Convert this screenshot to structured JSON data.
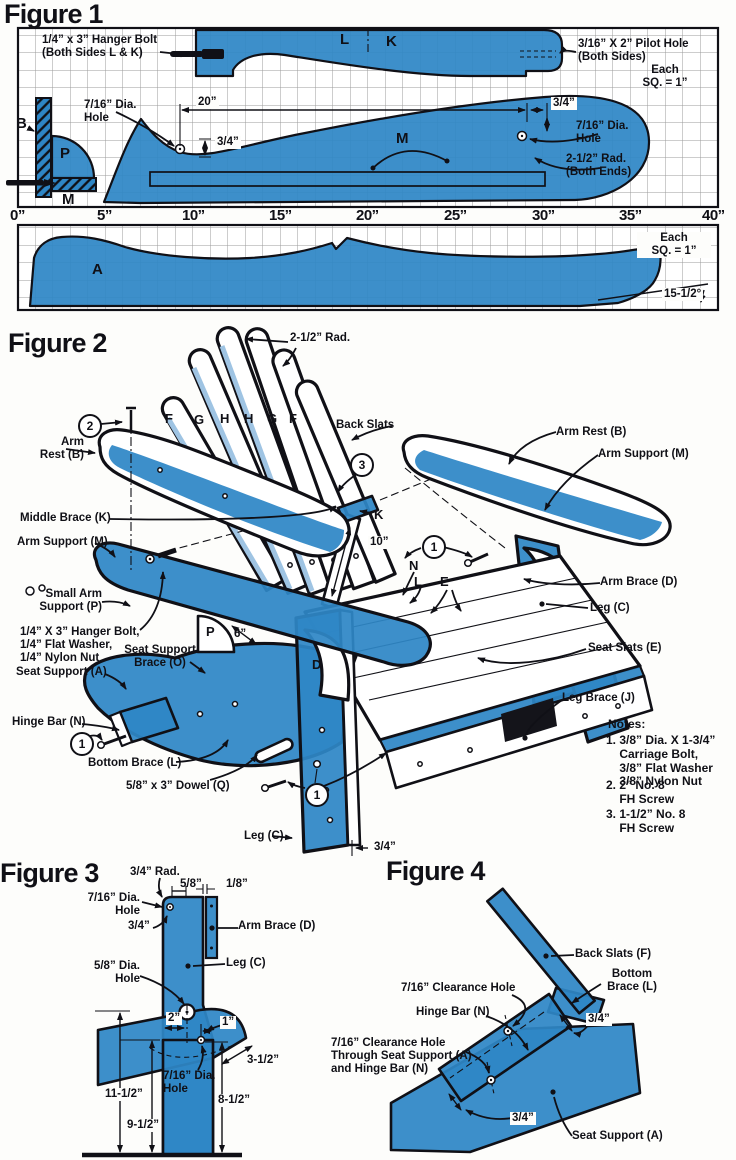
{
  "colors": {
    "blue": "#2e86c6",
    "blue-lt": "#9fc4e3",
    "ink": "#101016",
    "grid": "#9b9b9b",
    "paper": "#fdfdfb"
  },
  "fig1": {
    "title": "Figure 1",
    "hanger_bolt": "1/4” x 3” Hanger Bolt\n(Both Sides L & K)",
    "pilot_hole": "3/16” X 2” Pilot Hole\n(Both Sides)",
    "each_sq_top": "Each\nSQ. = 1”",
    "each_sq_bottom": "Each\nSQ. = 1”",
    "dia_hole_left": "7/16” Dia.\nHole",
    "dia_hole_right": "7/16” Dia.\nHole",
    "dim_20": "20”",
    "dim_34_a": "3/4”",
    "dim_34_b": "3/4”",
    "radius_note": "2-1/2” Rad.\n(Both Ends)",
    "angle": "15-1/2°",
    "letters": {
      "l": "L",
      "k": "K",
      "b": "B",
      "p": "P",
      "m_small": "M",
      "m_big": "M",
      "a": "A"
    },
    "ruler": [
      "0”",
      "5”",
      "10”",
      "15”",
      "20”",
      "25”",
      "30”",
      "35”",
      "40”"
    ]
  },
  "fig2": {
    "title": "Figure 2",
    "radius_note": "2-1/2” Rad.",
    "back_slats": "Back Slats",
    "arm_rest_left": "Arm\nRest (B)",
    "middle_brace": "Middle Brace (K)",
    "arm_support_left": "Arm Support (M)",
    "small_arm_support": "Small Arm\nSupport (P)",
    "hanger_note": "1/4” X 3” Hanger Bolt,\n1/4” Flat Washer,\n1/4” Nylon Nut",
    "seat_support_brace": "Seat Support\nBrace (O)",
    "seat_support": "Seat Support (A)",
    "hinge_bar": "Hinge Bar (N)",
    "bottom_brace": "Bottom Brace (L)",
    "dowel": "5/8” x 3” Dowel (Q)",
    "leg_left": "Leg (C)",
    "arm_rest_right": "Arm Rest (B)",
    "arm_support_right": "Arm Support (M)",
    "arm_brace": "Arm Brace (D)",
    "leg_right": "Leg (C)",
    "seat_slats": "Seat Slats (E)",
    "leg_brace": "Leg Brace (J)",
    "slat_letters": [
      "F",
      "G",
      "H",
      "H",
      "G",
      "F"
    ],
    "letters": {
      "k": "K",
      "n": "N",
      "l": "L",
      "e": "E",
      "p": "P",
      "d": "D"
    },
    "dims": {
      "d10": "10”",
      "d6": "6”",
      "d34": "3/4”"
    },
    "callouts": {
      "c1": "1",
      "c2": "2",
      "c3": "3"
    },
    "notes": {
      "heading": "Notes:",
      "item1": "1. 3/8” Dia. X 1-3/4”\n    Carriage Bolt,\n    3/8” Flat Washer\n    3/8” Nylon Nut",
      "item2": "2. 2” No. 8\n    FH Screw",
      "item3": "3. 1-1/2” No. 8\n    FH Screw"
    }
  },
  "fig3": {
    "title": "Figure 3",
    "rad_34": "3/4” Rad.",
    "dim_58": "5/8”",
    "dim_18": "1/8”",
    "hole_716_top": "7/16” Dia.\nHole",
    "dim_34": "3/4”",
    "arm_brace": "Arm Brace (D)",
    "leg": "Leg (C)",
    "hole_58": "5/8” Dia.\nHole",
    "dim_2": "2”",
    "dim_1": "1”",
    "dim_3half": "3-1/2”",
    "hole_716_mid": "7/16” Dia.\nHole",
    "dim_11half": "11-1/2”",
    "dim_9half": "9-1/2”",
    "dim_8half": "8-1/2”"
  },
  "fig4": {
    "title": "Figure 4",
    "back_slats": "Back Slats (F)",
    "bottom_brace": "Bottom\nBrace (L)",
    "clearance_hole": "7/16” Clearance Hole",
    "hinge_bar": "Hinge Bar (N)",
    "dim_34_top": "3/4”",
    "clearance_hole2": "7/16” Clearance Hole\nThrough Seat Support (A)\nand Hinge Bar (N)",
    "dim_34_bottom": "3/4”",
    "seat_support": "Seat Support (A)"
  }
}
